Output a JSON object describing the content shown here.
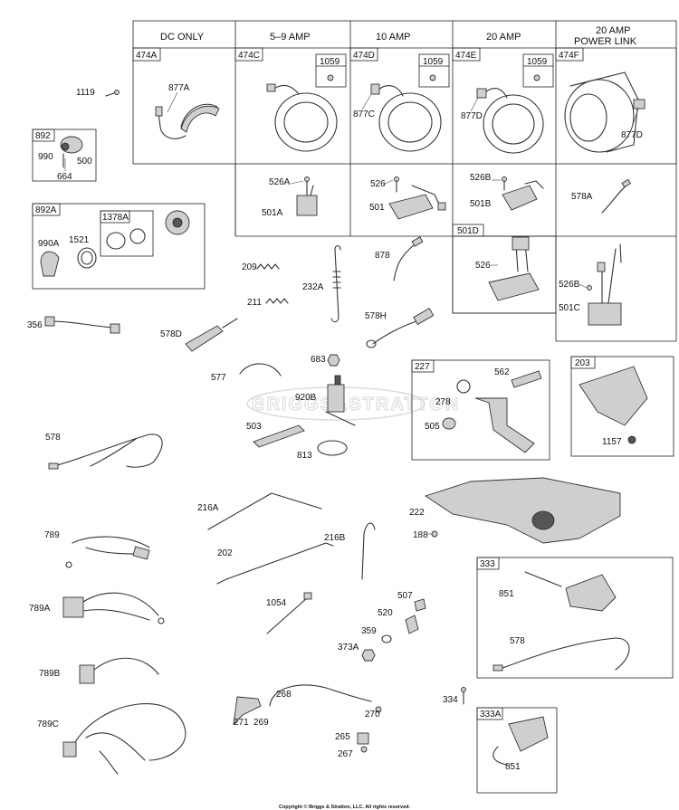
{
  "headers": {
    "dc_only": "DC ONLY",
    "amp_5_9": "5–9 AMP",
    "amp_10": "10 AMP",
    "amp_20": "20 AMP",
    "amp_20_pl_1": "20 AMP",
    "amp_20_pl_2": "POWER LINK"
  },
  "box_tags": {
    "t474A": "474A",
    "t474C": "474C",
    "t474D": "474D",
    "t474E": "474E",
    "t474F": "474F",
    "t1059a": "1059",
    "t1059b": "1059",
    "t1059c": "1059",
    "t892": "892",
    "t892A": "892A",
    "t1378A": "1378A",
    "t501D": "501D",
    "t227": "227",
    "t203": "203",
    "t333": "333",
    "t333A": "333A"
  },
  "labels": {
    "l1119": "1119",
    "l877A": "877A",
    "l877C": "877C",
    "l877D_1": "877D",
    "l877D_2": "877D",
    "l990": "990",
    "l500": "500",
    "l664": "664",
    "l526A": "526A",
    "l501A": "501A",
    "l526": "526",
    "l501": "501",
    "l526B_1": "526B",
    "l501B": "501B",
    "l578A": "578A",
    "l990A": "990A",
    "l1521": "1521",
    "l209": "209",
    "l232A": "232A",
    "l211": "211",
    "l878": "878",
    "l578H": "578H",
    "l526_2": "526",
    "l526B_2": "526B",
    "l501C": "501C",
    "l356": "356",
    "l578D": "578D",
    "l683": "683",
    "l577": "577",
    "l920B": "920B",
    "l503": "503",
    "l813": "813",
    "l562": "562",
    "l278": "278",
    "l505": "505",
    "l1157": "1157",
    "l578": "578",
    "l216A": "216A",
    "l222": "222",
    "l188": "188",
    "l202": "202",
    "l216B": "216B",
    "l789": "789",
    "l851_1": "851",
    "l578_2": "578",
    "l1054": "1054",
    "l789A": "789A",
    "l507": "507",
    "l520": "520",
    "l359": "359",
    "l373A": "373A",
    "l789B": "789B",
    "l268": "268",
    "l334": "334",
    "l270": "270",
    "l271": "271",
    "l269": "269",
    "l265": "265",
    "l267": "267",
    "l789C": "789C",
    "l851_2": "851"
  },
  "watermark": "BRIGGS&STRATTON",
  "copyright": "Copyright © Briggs & Stratton, LLC. All rights reserved."
}
